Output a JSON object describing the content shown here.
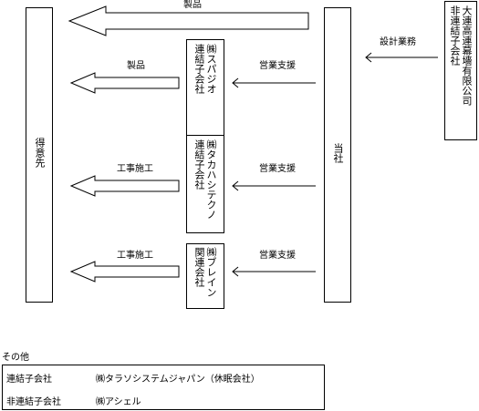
{
  "customer": {
    "label": "得意先"
  },
  "company": {
    "label": "当社"
  },
  "parent": {
    "lines": [
      "大連高連幕墻有限公司",
      "非連結子会社"
    ]
  },
  "design_label": "設計業務",
  "top_product_label": "製品",
  "subsidiaries": [
    {
      "lines": [
        "㈱スパジオ",
        "連結子会社"
      ],
      "support_label": "営業支援",
      "service_label": "製品"
    },
    {
      "lines": [
        "㈱タカハシテクノ",
        "連結子会社"
      ],
      "support_label": "営業支援",
      "service_label": "工事施工"
    },
    {
      "lines": [
        "㈱ブレイン",
        "関連会社"
      ],
      "support_label": "営業支援",
      "service_label": "工事施工"
    }
  ],
  "others": {
    "title": "その他",
    "rows": [
      {
        "category": "連結子会社",
        "companies": "㈱タラソシステムジャパン（休眠会社）"
      },
      {
        "category": "非連結子会社",
        "companies": "㈱アシェル"
      }
    ]
  }
}
